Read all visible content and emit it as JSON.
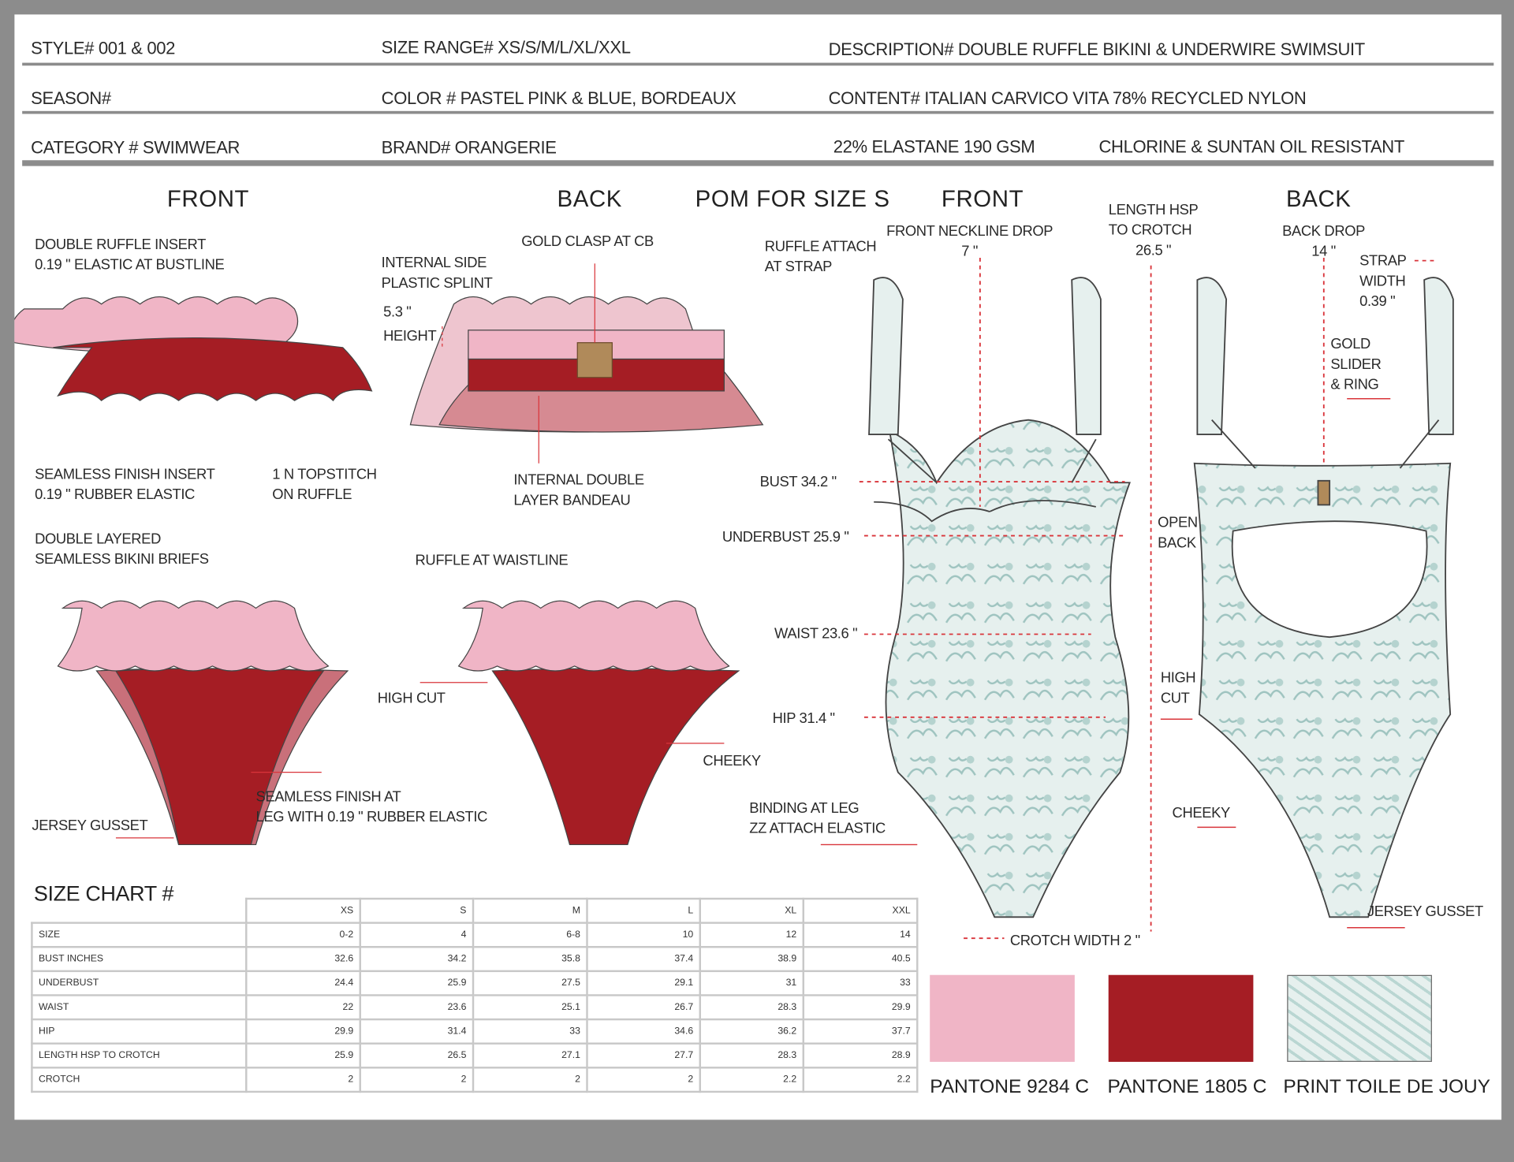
{
  "header": {
    "style": "STYLE# 001 & 002",
    "size_range": "SIZE RANGE#  XS/S/M/L/XL/XXL",
    "description": "DESCRIPTION#  DOUBLE RUFFLE BIKINI & UNDERWIRE SWIMSUIT",
    "season": "SEASON#",
    "color": "COLOR #  PASTEL PINK & BLUE, BORDEAUX",
    "content": "CONTENT# ITALIAN CARVICO VITA 78% RECYCLED NYLON",
    "category": "CATEGORY # SWIMWEAR",
    "brand": "BRAND# ORANGERIE",
    "content2": "22% ELASTANE  190 GSM",
    "resistance": "CHLORINE & SUNTAN OIL RESISTANT"
  },
  "titles": {
    "bikini_front": "FRONT",
    "bikini_back": "BACK",
    "pom": "POM FOR SIZE S",
    "suit_front": "FRONT",
    "suit_back": "BACK"
  },
  "annotations": {
    "ruffle_insert": [
      "DOUBLE RUFFLE INSERT",
      "0.19 \" ELASTIC AT BUSTLINE"
    ],
    "side_splint": [
      "INTERNAL SIDE",
      "PLASTIC SPLINT"
    ],
    "height": [
      "5.3 \"",
      "HEIGHT"
    ],
    "gold_clasp": "GOLD CLASP AT CB",
    "seamless_insert": [
      "SEAMLESS FINISH INSERT",
      "0.19 \" RUBBER ELASTIC"
    ],
    "topstitch": [
      "1 N TOPSTITCH",
      "ON RUFFLE"
    ],
    "double_layer": [
      "INTERNAL DOUBLE",
      "LAYER BANDEAU"
    ],
    "briefs": [
      "DOUBLE LAYERED",
      "SEAMLESS BIKINI BRIEFS"
    ],
    "ruffle_waist": "RUFFLE AT WAISTLINE",
    "high_cut": "HIGH CUT",
    "cheeky": "CHEEKY",
    "seamless_leg": [
      "SEAMLESS FINISH AT",
      "LEG WITH 0.19 \" RUBBER ELASTIC"
    ],
    "jersey_gusset": "JERSEY GUSSET",
    "ruffle_strap": [
      "RUFFLE ATTACH",
      "AT STRAP"
    ],
    "neckline_drop": [
      "FRONT NECKLINE DROP",
      "7 \""
    ],
    "length_hsp": [
      "LENGTH HSP",
      "TO CROTCH",
      "26.5 \""
    ],
    "back_drop": [
      "BACK DROP",
      "14 \""
    ],
    "strap_width": [
      "STRAP",
      "WIDTH",
      "0.39 \""
    ],
    "gold_slider": [
      "GOLD",
      "SLIDER",
      "& RING"
    ],
    "bust": "BUST  34.2 \"",
    "underbust": "UNDERBUST 25.9 \"",
    "waist": "WAIST 23.6 \"",
    "hip": "HIP  31.4 \"",
    "binding": [
      "BINDING AT LEG",
      "ZZ ATTACH ELASTIC"
    ],
    "crotch_width": "CROTCH  WIDTH 2 \"",
    "open_back": [
      "OPEN",
      "BACK"
    ],
    "suit_high_cut": [
      "HIGH",
      "CUT"
    ],
    "suit_cheeky": "CHEEKY",
    "suit_gusset": "JERSEY GUSSET"
  },
  "size_chart": {
    "title": "SIZE CHART #",
    "columns": [
      "XS",
      "S",
      "M",
      "L",
      "XL",
      "XXL"
    ],
    "rows": [
      {
        "label": "SIZE",
        "values": [
          "0-2",
          "4",
          "6-8",
          "10",
          "12",
          "14"
        ]
      },
      {
        "label": "BUST INCHES",
        "values": [
          "32.6",
          "34.2",
          "35.8",
          "37.4",
          "38.9",
          "40.5"
        ]
      },
      {
        "label": "UNDERBUST",
        "values": [
          "24.4",
          "25.9",
          "27.5",
          "29.1",
          "31",
          "33"
        ]
      },
      {
        "label": "WAIST",
        "values": [
          "22",
          "23.6",
          "25.1",
          "26.7",
          "28.3",
          "29.9"
        ]
      },
      {
        "label": "HIP",
        "values": [
          "29.9",
          "31.4",
          "33",
          "34.6",
          "36.2",
          "37.7"
        ]
      },
      {
        "label": "LENGTH HSP TO CROTCH",
        "values": [
          "25.9",
          "26.5",
          "27.1",
          "27.7",
          "28.3",
          "28.9"
        ]
      },
      {
        "label": "CROTCH",
        "values": [
          "2",
          "2",
          "2",
          "2",
          "2.2",
          "2.2"
        ]
      }
    ]
  },
  "swatches": [
    {
      "label": "PANTONE  9284 C",
      "color": "#f0b5c6"
    },
    {
      "label": "PANTONE 1805 C",
      "color": "#a51d24"
    },
    {
      "label": "PRINT TOILE DE JOUY",
      "color": "#dce9e7"
    }
  ],
  "colors": {
    "pink": "#f0b5c6",
    "red": "#a51d24",
    "toile": "#dce9e7",
    "measure": "#d9343a"
  }
}
